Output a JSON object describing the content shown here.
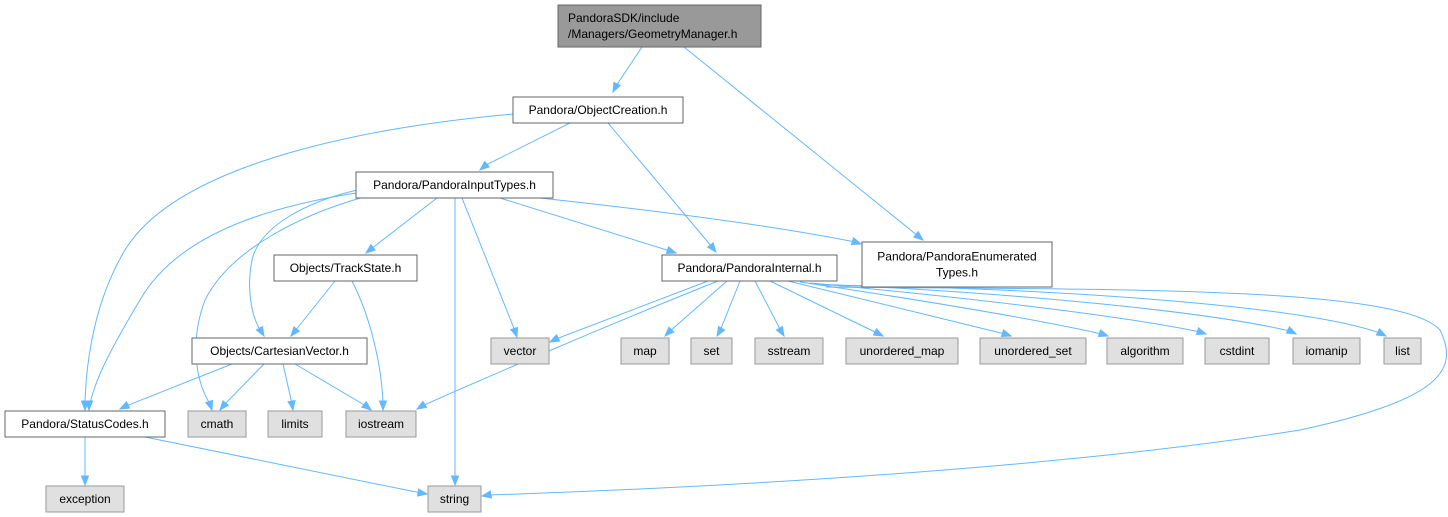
{
  "colors": {
    "root_fill": "#999999",
    "root_stroke": "#666666",
    "local_fill": "#ffffff",
    "local_stroke": "#666666",
    "system_fill": "#e0e0e0",
    "system_stroke": "#999999",
    "edge": "#63b8ff"
  },
  "graph": {
    "nodes": [
      {
        "id": "root",
        "kind": "root",
        "lines": [
          "PandoraSDK/include",
          "/Managers/GeometryManager.h"
        ]
      },
      {
        "id": "objectcreation",
        "kind": "local",
        "lines": [
          "Pandora/ObjectCreation.h"
        ]
      },
      {
        "id": "inputtypes",
        "kind": "local",
        "lines": [
          "Pandora/PandoraInputTypes.h"
        ]
      },
      {
        "id": "statuscodes",
        "kind": "local",
        "lines": [
          "Pandora/StatusCodes.h"
        ]
      },
      {
        "id": "internal",
        "kind": "local",
        "lines": [
          "Pandora/PandoraInternal.h"
        ]
      },
      {
        "id": "enumerated",
        "kind": "local",
        "lines": [
          "Pandora/PandoraEnumerated",
          "Types.h"
        ]
      },
      {
        "id": "trackstate",
        "kind": "local",
        "lines": [
          "Objects/TrackState.h"
        ]
      },
      {
        "id": "cartesian",
        "kind": "local",
        "lines": [
          "Objects/CartesianVector.h"
        ]
      },
      {
        "id": "exception",
        "kind": "system",
        "lines": [
          "exception"
        ]
      },
      {
        "id": "string",
        "kind": "system",
        "lines": [
          "string"
        ]
      },
      {
        "id": "cmath",
        "kind": "system",
        "lines": [
          "cmath"
        ]
      },
      {
        "id": "limits",
        "kind": "system",
        "lines": [
          "limits"
        ]
      },
      {
        "id": "iostream",
        "kind": "system",
        "lines": [
          "iostream"
        ]
      },
      {
        "id": "vector",
        "kind": "system",
        "lines": [
          "vector"
        ]
      },
      {
        "id": "map",
        "kind": "system",
        "lines": [
          "map"
        ]
      },
      {
        "id": "set",
        "kind": "system",
        "lines": [
          "set"
        ]
      },
      {
        "id": "sstream",
        "kind": "system",
        "lines": [
          "sstream"
        ]
      },
      {
        "id": "unordered_map",
        "kind": "system",
        "lines": [
          "unordered_map"
        ]
      },
      {
        "id": "unordered_set",
        "kind": "system",
        "lines": [
          "unordered_set"
        ]
      },
      {
        "id": "algorithm",
        "kind": "system",
        "lines": [
          "algorithm"
        ]
      },
      {
        "id": "cstdint",
        "kind": "system",
        "lines": [
          "cstdint"
        ]
      },
      {
        "id": "iomanip",
        "kind": "system",
        "lines": [
          "iomanip"
        ]
      },
      {
        "id": "list",
        "kind": "system",
        "lines": [
          "list"
        ]
      }
    ],
    "edges": [
      {
        "from": "root",
        "to": "objectcreation"
      },
      {
        "from": "root",
        "to": "enumerated"
      },
      {
        "from": "objectcreation",
        "to": "inputtypes"
      },
      {
        "from": "objectcreation",
        "to": "statuscodes"
      },
      {
        "from": "objectcreation",
        "to": "internal"
      },
      {
        "from": "inputtypes",
        "to": "statuscodes"
      },
      {
        "from": "inputtypes",
        "to": "cmath"
      },
      {
        "from": "inputtypes",
        "to": "cartesian"
      },
      {
        "from": "inputtypes",
        "to": "trackstate"
      },
      {
        "from": "inputtypes",
        "to": "string"
      },
      {
        "from": "inputtypes",
        "to": "vector"
      },
      {
        "from": "inputtypes",
        "to": "internal"
      },
      {
        "from": "inputtypes",
        "to": "enumerated"
      },
      {
        "from": "trackstate",
        "to": "cartesian"
      },
      {
        "from": "trackstate",
        "to": "iostream"
      },
      {
        "from": "cartesian",
        "to": "statuscodes"
      },
      {
        "from": "cartesian",
        "to": "cmath"
      },
      {
        "from": "cartesian",
        "to": "limits"
      },
      {
        "from": "cartesian",
        "to": "iostream"
      },
      {
        "from": "statuscodes",
        "to": "exception"
      },
      {
        "from": "statuscodes",
        "to": "string"
      },
      {
        "from": "internal",
        "to": "vector"
      },
      {
        "from": "internal",
        "to": "iostream"
      },
      {
        "from": "internal",
        "to": "map"
      },
      {
        "from": "internal",
        "to": "set"
      },
      {
        "from": "internal",
        "to": "sstream"
      },
      {
        "from": "internal",
        "to": "unordered_map"
      },
      {
        "from": "internal",
        "to": "unordered_set"
      },
      {
        "from": "internal",
        "to": "algorithm"
      },
      {
        "from": "internal",
        "to": "cstdint"
      },
      {
        "from": "internal",
        "to": "iomanip"
      },
      {
        "from": "internal",
        "to": "list"
      },
      {
        "from": "internal",
        "to": "string"
      }
    ]
  }
}
